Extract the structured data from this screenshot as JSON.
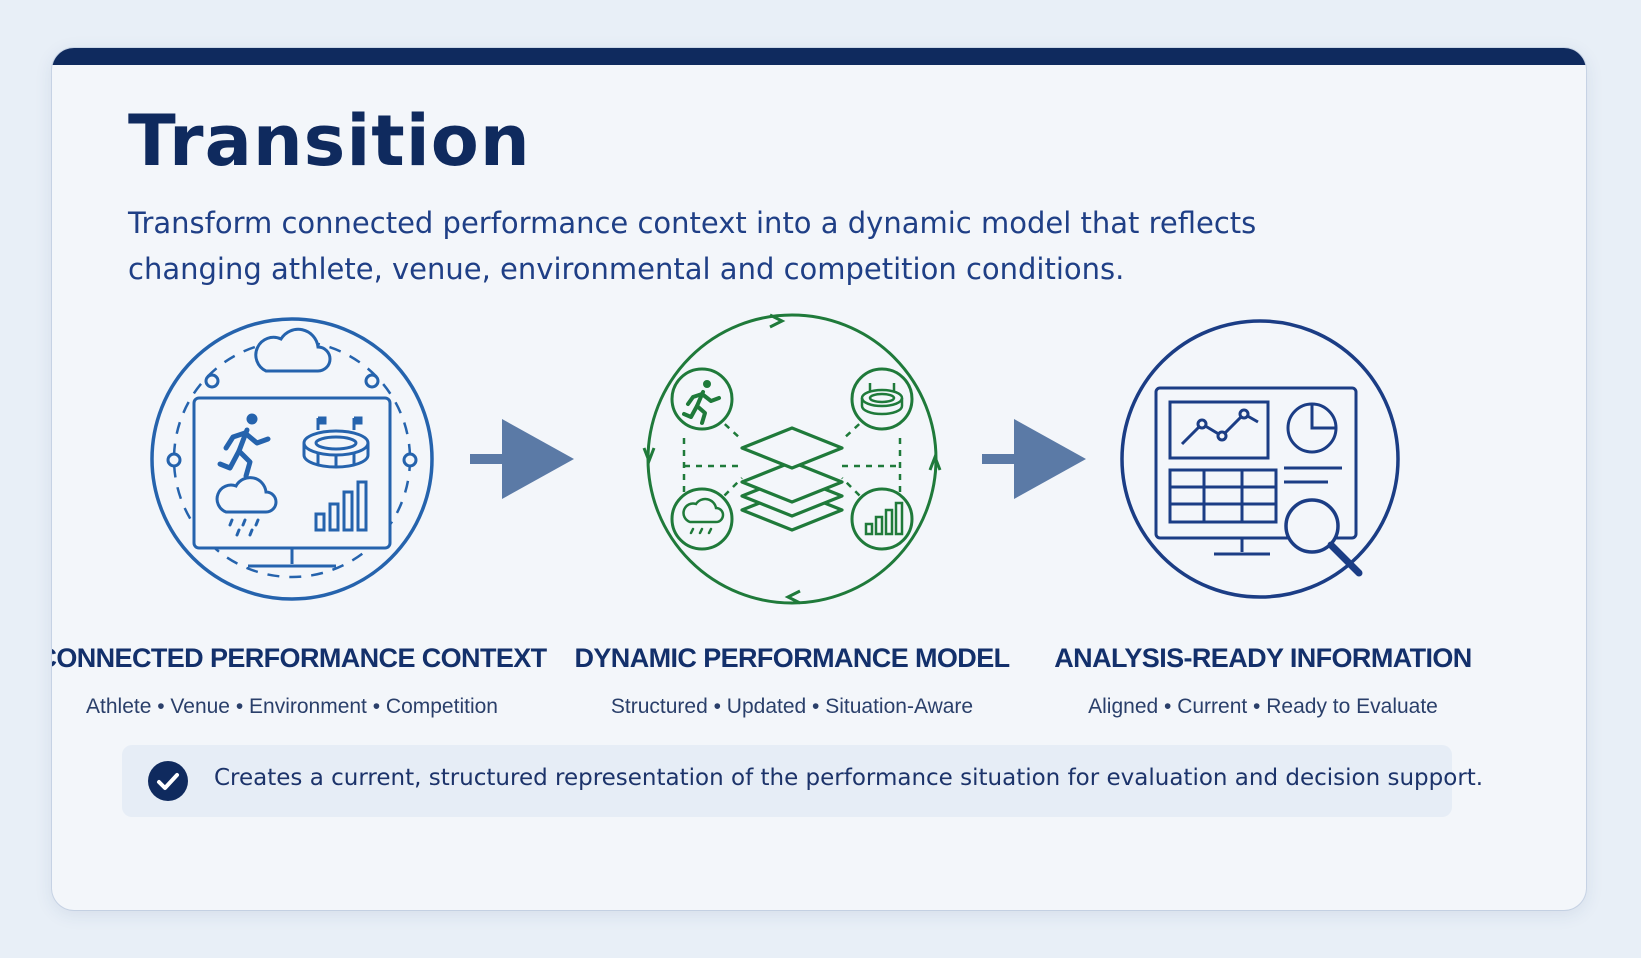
{
  "title": "Transition",
  "description": "Transform connected performance context into a dynamic model that reflects changing athlete, venue, environmental and competition conditions.",
  "colors": {
    "navy": "#0f2a5e",
    "blue": "#2563ad",
    "green": "#1f7a3a",
    "arrow": "#5b7aa6"
  },
  "stages": [
    {
      "label": "CONNECTED PERFORMANCE CONTEXT",
      "sub": "Athlete • Venue • Environment • Competition",
      "icon": "monitor-context-icon"
    },
    {
      "label": "DYNAMIC PERFORMANCE MODEL",
      "sub": "Structured • Updated • Situation-Aware",
      "icon": "layered-model-cycle-icon"
    },
    {
      "label": "ANALYSIS-READY INFORMATION",
      "sub": "Aligned • Current • Ready to Evaluate",
      "icon": "dashboard-magnifier-icon"
    }
  ],
  "banner": {
    "icon": "checkmark-icon",
    "text": "Creates a current, structured representation of the performance situation for evaluation and decision support."
  }
}
